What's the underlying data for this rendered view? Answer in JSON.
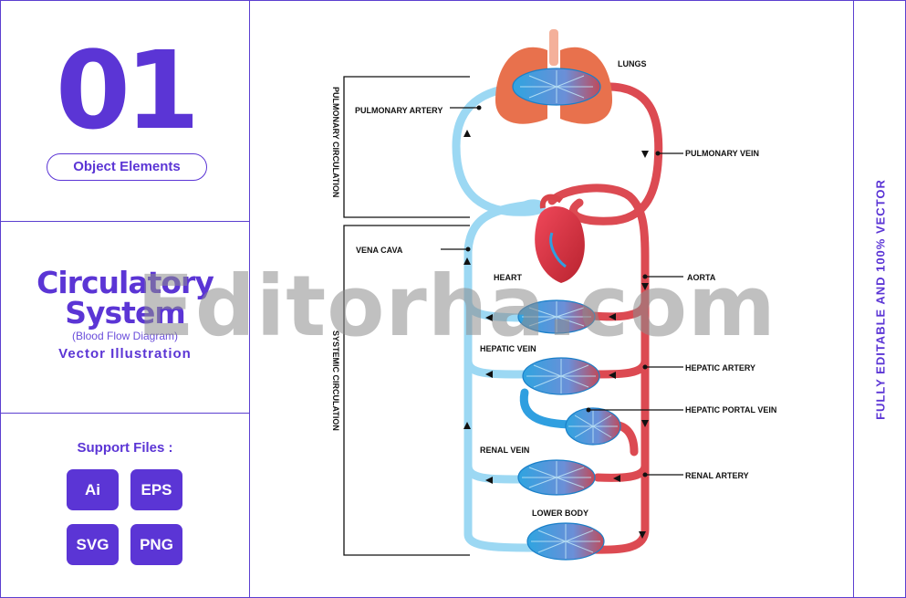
{
  "left_panel": {
    "number": "01",
    "category": "Object Elements",
    "title_line1": "Circulatory",
    "title_line2": "System",
    "subtitle": "(Blood Flow Diagram)",
    "vector_label": "Vector Illustration",
    "support_label": "Support Files :",
    "formats": [
      "Ai",
      "EPS",
      "SVG",
      "PNG"
    ]
  },
  "right_strip": {
    "text": "FULLY EDITABLE  AND  100% VECTOR"
  },
  "diagram": {
    "labels": {
      "lungs": "LUNGS",
      "pulmonary_artery": "PULMONARY ARTERY",
      "pulmonary_vein": "PULMONARY VEIN",
      "vena_cava": "VENA CAVA",
      "heart": "HEART",
      "aorta": "AORTA",
      "hepatic_vein": "HEPATIC VEIN",
      "hepatic_artery": "HEPATIC ARTERY",
      "hepatic_portal_vein": "HEPATIC PORTAL VEIN",
      "renal_vein": "RENAL VEIN",
      "renal_artery": "RENAL ARTERY",
      "lower_body": "LOWER BODY"
    },
    "side_labels": {
      "pulmonary_circulation": "PULMONARY CIRCULATION",
      "systemic_circulation": "SYSTEMIC CIRCULATION"
    }
  },
  "watermark": "Editorha.com",
  "colors": {
    "accent": "#5b35d5",
    "vein_blue": "#8fd3f2",
    "artery_red": "#d9444a",
    "lung": "#e8714d"
  }
}
